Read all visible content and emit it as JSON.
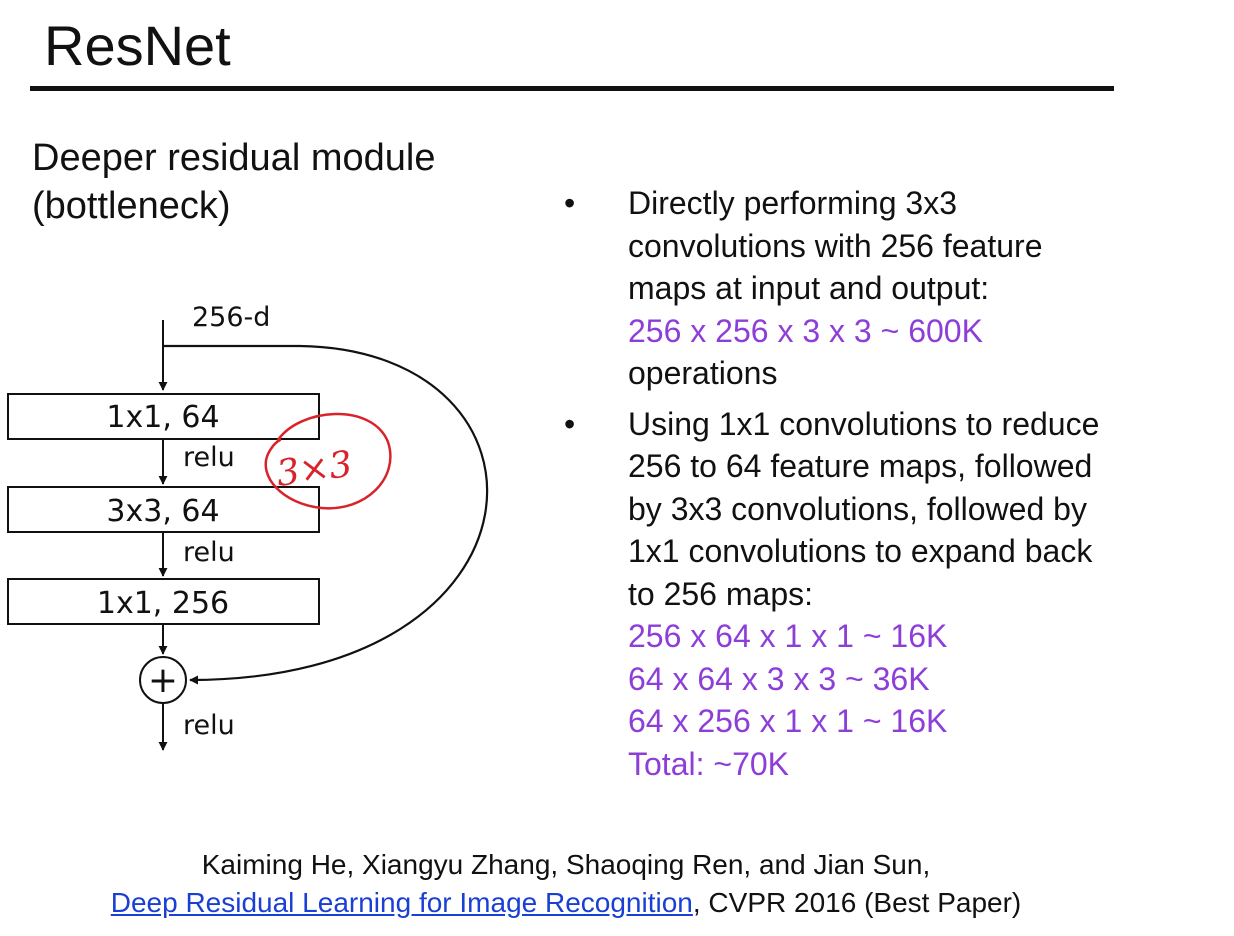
{
  "slide": {
    "title": "ResNet",
    "subtitle_lines": [
      "Deeper residual module",
      "(bottleneck)"
    ]
  },
  "diagram": {
    "input_label": "256-d",
    "layers": [
      "1x1, 64",
      "3x3, 64",
      "1x1, 256"
    ],
    "activations": [
      "relu",
      "relu",
      "relu"
    ],
    "sum_symbol": "+",
    "annotation": "3×3"
  },
  "bullets": [
    {
      "text_lines": [
        "Directly performing 3x3",
        "convolutions with 256 feature",
        "maps at input and output:"
      ],
      "highlight_lines": [
        "256 x 256 x 3 x 3 ~ 600K"
      ],
      "tail_lines": [
        "operations"
      ]
    },
    {
      "text_lines": [
        "Using 1x1 convolutions to reduce",
        "256 to 64 feature maps, followed",
        "by 3x3 convolutions, followed by",
        "1x1 convolutions to expand back",
        "to 256 maps:"
      ],
      "highlight_lines": [
        "256 x 64 x 1 x 1 ~ 16K",
        "64 x 64 x 3 x 3 ~ 36K",
        "64 x 256 x 1 x 1 ~ 16K",
        "Total: ~70K"
      ],
      "tail_lines": []
    }
  ],
  "citation": {
    "authors": "Kaiming He, Xiangyu Zhang, Shaoqing Ren, and Jian Sun,",
    "link_text": "Deep Residual Learning for Image Recognition",
    "suffix": ", CVPR 2016 (Best Paper)"
  },
  "colors": {
    "highlight": "#8d3ed8",
    "link": "#1a3fd4",
    "annotation": "#d8232a"
  }
}
